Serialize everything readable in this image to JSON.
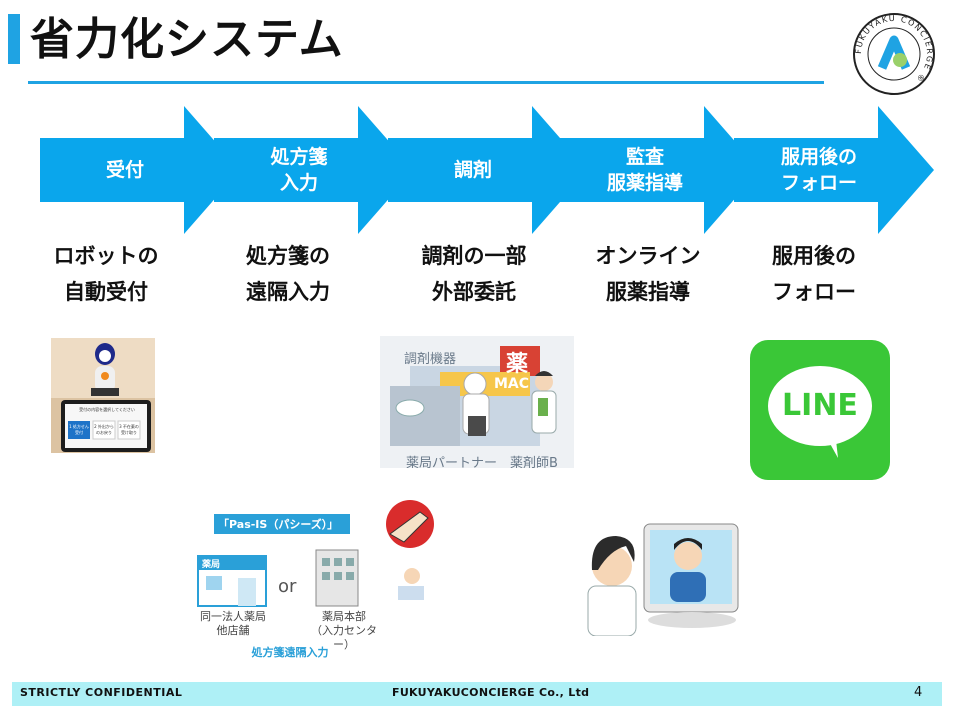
{
  "slide": {
    "title": "省力化システム"
  },
  "logo": {
    "ring_text": "FUKUYAKU CONCIERGE ®",
    "mark_color": "#1fa3e3"
  },
  "flow": {
    "arrow_color": "#0aa6ec",
    "steps": [
      {
        "label": "受付"
      },
      {
        "label": "処方箋\n入力"
      },
      {
        "label": "調剤"
      },
      {
        "label": "監査\n服薬指導"
      },
      {
        "label": "服用後の\nフォロー"
      }
    ]
  },
  "descriptions": [
    "ロボットの\n自動受付",
    "処方箋の\n遠隔入力",
    "調剤の一部\n外部委託",
    "オンライン\n服薬指導",
    "服用後の\nフォロー"
  ],
  "images": {
    "robot": {
      "tablet_prompt": "受付の内容を選択してください",
      "options": [
        "1 処方せん受付",
        "2 外出からのお戻り",
        "3 不在薬の受け取り"
      ]
    },
    "dispensing": {
      "machine_label": "調剤機器",
      "kanji_sign": "薬",
      "sign_text": "MAC",
      "partner_label": "薬局パートナー",
      "pharmacist_label": "薬剤師B"
    },
    "line_logo": {
      "text": "LINE",
      "bg_color": "#3ac737"
    },
    "pasis": {
      "banner": "「Pas-IS（パシーズ）」",
      "store_sign": "薬局",
      "or_text": "or",
      "left_caption": "同一法人薬局\n他店舗",
      "right_caption": "薬局本部\n（入力センター）",
      "bottom_caption": "処方箋遠隔入力",
      "accent_color": "#2aa0d8"
    },
    "online": {}
  },
  "footer": {
    "left": "STRICTLY CONFIDENTIAL",
    "center": "FUKUYAKUCONCIERGE  Co., Ltd",
    "page": "4"
  }
}
